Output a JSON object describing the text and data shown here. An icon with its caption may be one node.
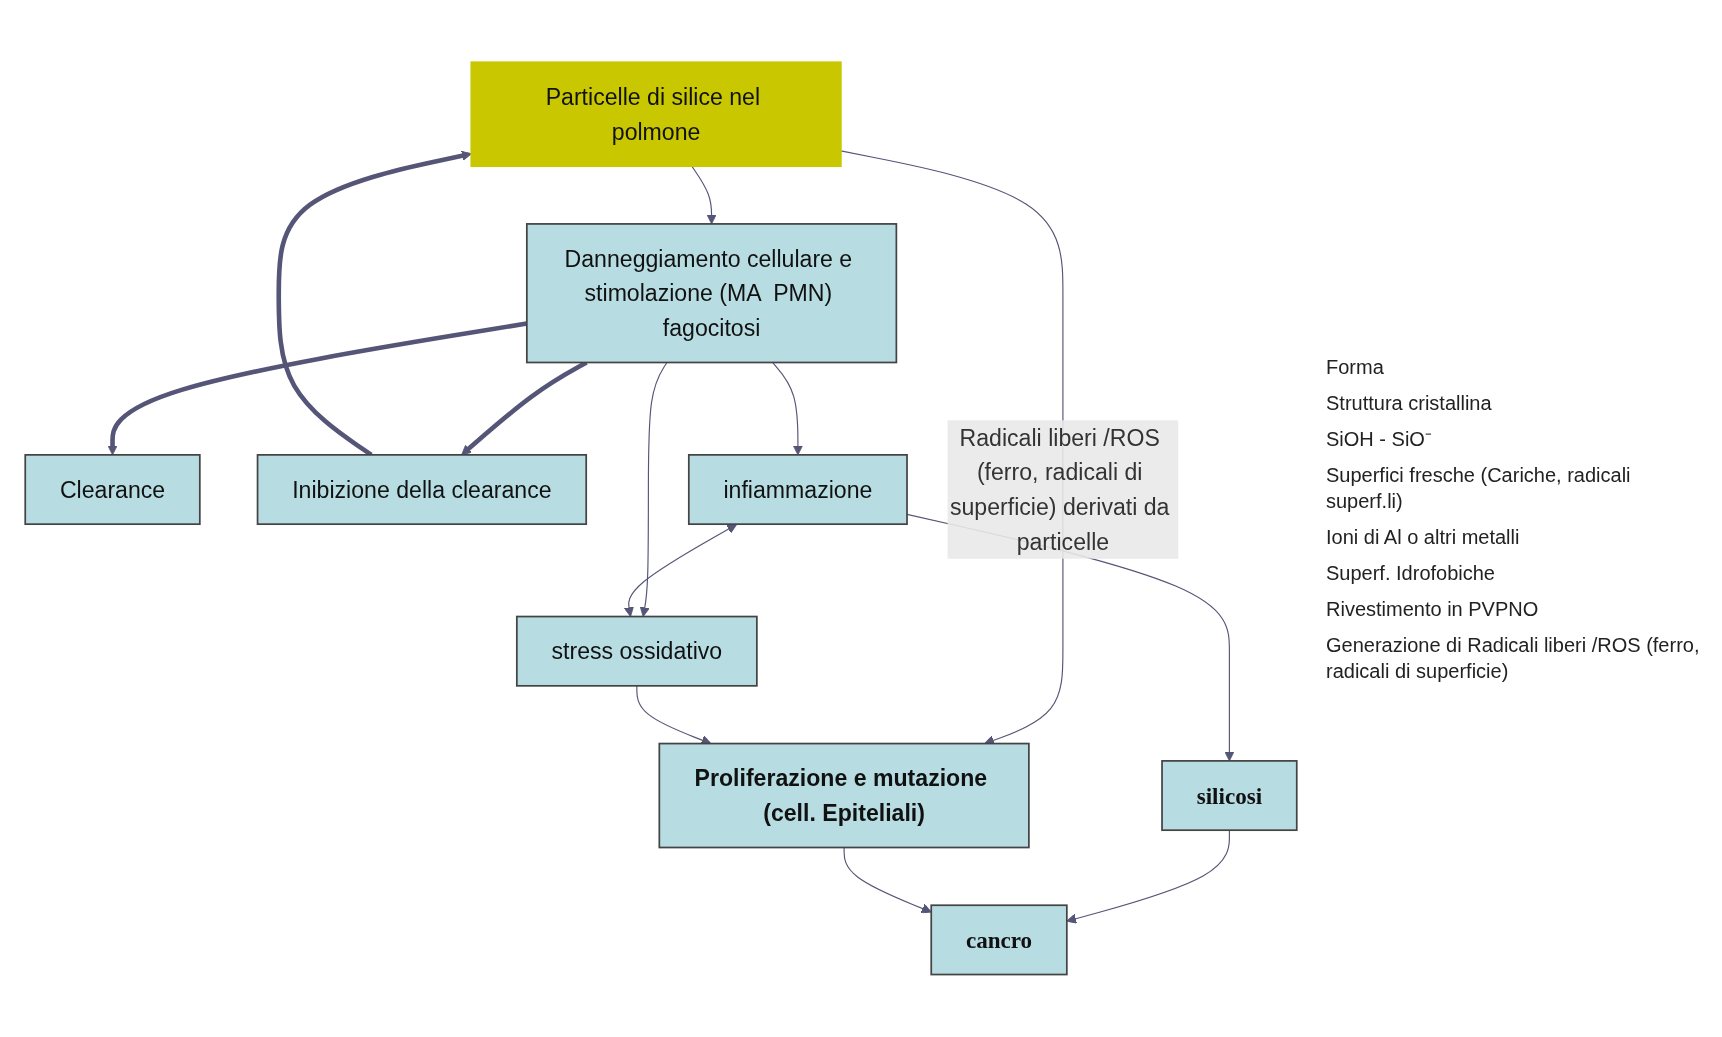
{
  "diagram": {
    "nodes": [
      {
        "text": [
          "Particelle di silice nel polmone"
        ]
      },
      {
        "text": [
          "Clearance"
        ]
      },
      {
        "text": [
          "Inibizione della clearance"
        ]
      },
      {
        "text": [
          "Danneggiamento cellulare e stimolazione (MA  PMN) fagocitosi"
        ]
      },
      {
        "text": [
          "infiammazione"
        ]
      },
      {
        "text": [
          "stress ossidativo"
        ]
      },
      {
        "text": [
          "silicosi"
        ]
      },
      {
        "text": [
          "cancro"
        ]
      },
      {
        "text": [
          "Proliferazione e mutazione (cell. Epiteliali)"
        ]
      }
    ],
    "edges": [
      {
        "from": 0,
        "to": 3,
        "arrow": "to"
      },
      {
        "from": 0,
        "to": 8,
        "arrow": "to",
        "label": "Radicali liberi /ROS (ferro, radicali di superficie) derivati da particelle"
      },
      {
        "from": 3,
        "to": 1,
        "arrow": "to",
        "style": "thick"
      },
      {
        "from": 3,
        "to": 2,
        "arrow": "to",
        "style": "thick"
      },
      {
        "from": 2,
        "to": 0,
        "arrow": "to",
        "style": "thick"
      },
      {
        "from": 3,
        "to": 4,
        "arrow": "to"
      },
      {
        "from": 3,
        "to": 5,
        "arrow": "to"
      },
      {
        "from": 4,
        "to": 5,
        "arrow": "both"
      },
      {
        "from": 4,
        "to": 6,
        "arrow": "to"
      },
      {
        "from": 5,
        "to": 8,
        "arrow": "to"
      },
      {
        "from": 6,
        "to": 7,
        "arrow": "to"
      },
      {
        "from": 8,
        "to": 7,
        "arrow": "to"
      }
    ],
    "labels": [
      "Forma",
      "Struttura cristallina",
      "SiOH - SiO⁻",
      "Superfici fresche (Cariche, radicali superf.li)",
      "Ioni di Al o altri metalli",
      "Superf. Idrofobiche",
      "Rivestimento in PVPNO",
      "Generazione di Radicali liberi /ROS (ferro, radicali di superficie)"
    ]
  }
}
